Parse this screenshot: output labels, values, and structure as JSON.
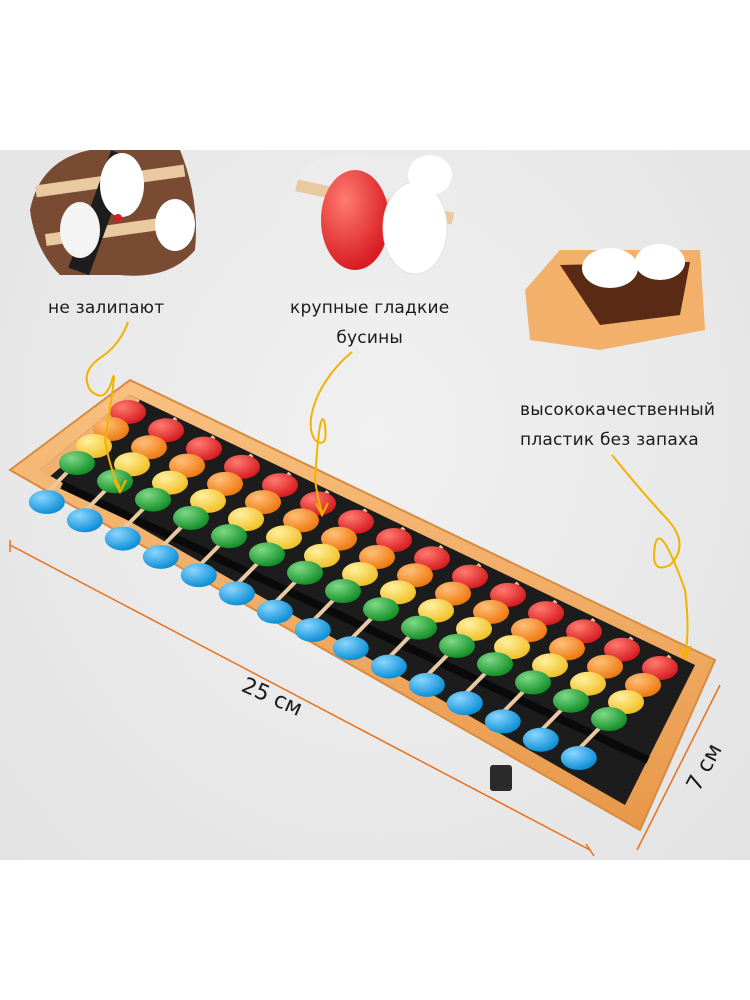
{
  "callouts": {
    "no_stick": [
      "не залипают"
    ],
    "beads": [
      "крупные гладкие",
      "бусины"
    ],
    "plastic": [
      "высококачественный",
      "пластик без запаха"
    ]
  },
  "dimensions": {
    "length": "25 см",
    "width": "7 см"
  },
  "colors": {
    "frame": "#f2a85a",
    "arrow": "#f2b300",
    "dimension_line": "#e8711a",
    "bead_rows": [
      "#e0262b",
      "#f28a1e",
      "#f7d23a",
      "#27a33a",
      "#1e9ee0"
    ]
  }
}
